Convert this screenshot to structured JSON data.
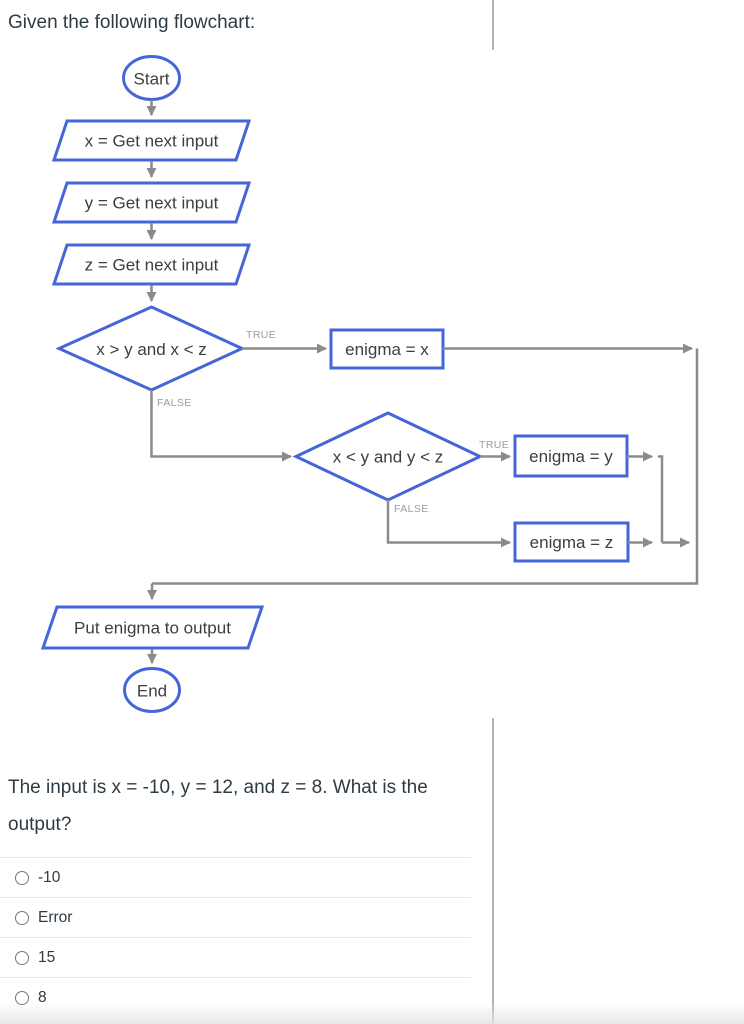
{
  "page": {
    "heading": "Given the following flowchart:"
  },
  "flowchart": {
    "start_label": "Start",
    "input_x": "x = Get next input",
    "input_y": "y = Get next input",
    "input_z": "z = Get next input",
    "decision1": "x > y and x < z",
    "decision2": "x < y and y < z",
    "true_label": "TRUE",
    "false_label": "FALSE",
    "assign_x": "enigma = x",
    "assign_y": "enigma = y",
    "assign_z": "enigma = z",
    "output_step": "Put enigma to output",
    "end_label": "End",
    "colors": {
      "shape_border": "#4566d9",
      "connector": "#8b8b8b",
      "branch_label": "#9b9b9b",
      "shape_text": "#3e3e3e"
    }
  },
  "question": {
    "text": "The input is x = -10, y = 12, and z = 8. What is the output?"
  },
  "options": [
    {
      "label": "-10"
    },
    {
      "label": "Error"
    },
    {
      "label": "15"
    },
    {
      "label": "8"
    }
  ]
}
